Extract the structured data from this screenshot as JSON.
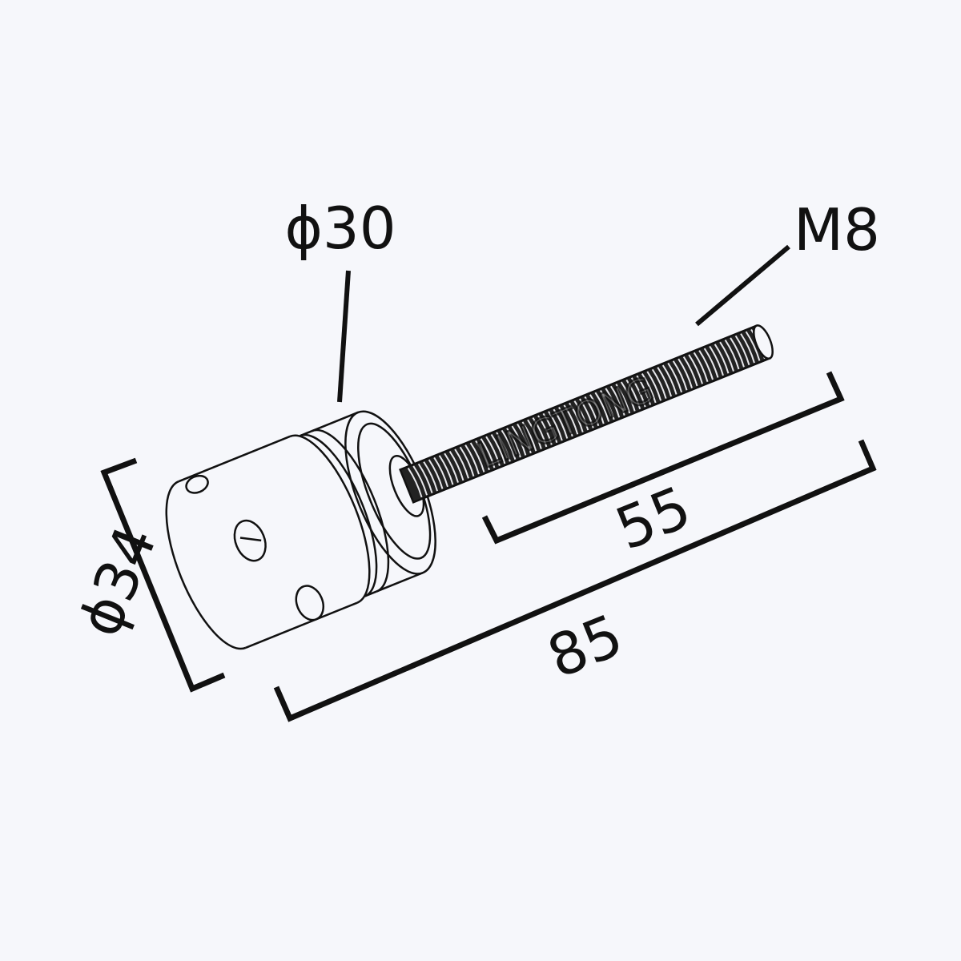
{
  "diagram": {
    "labels": {
      "head_diameter": "ϕ30",
      "body_diameter": "ϕ34",
      "thread": "M8",
      "thread_length": "55",
      "total_length": "85"
    },
    "watermark": "LINGTONG",
    "colors": {
      "background": "#f6f7fb",
      "line": "#111111"
    }
  }
}
